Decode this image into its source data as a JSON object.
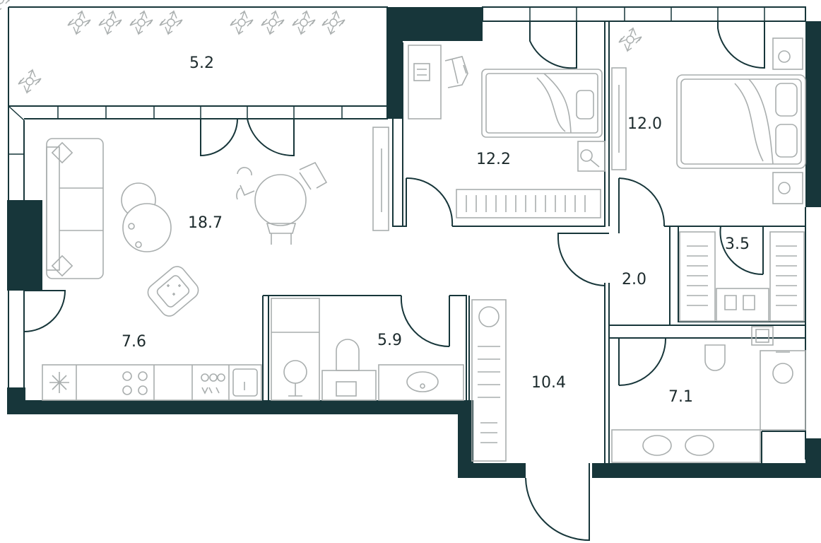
{
  "floorplan": {
    "colors": {
      "wall": "#17363a",
      "furniture": "#a9aeae",
      "text": "#1d2b2d",
      "background": "#ffffff"
    },
    "rooms": [
      {
        "id": "balcony",
        "area": "5.2"
      },
      {
        "id": "living",
        "area": "18.7"
      },
      {
        "id": "kitchen",
        "area": "7.6"
      },
      {
        "id": "bedroom-1",
        "area": "12.2"
      },
      {
        "id": "bedroom-2",
        "area": "12.0"
      },
      {
        "id": "wardrobe",
        "area": "3.5"
      },
      {
        "id": "corridor",
        "area": "2.0"
      },
      {
        "id": "bathroom-1",
        "area": "5.9"
      },
      {
        "id": "hall",
        "area": "10.4"
      },
      {
        "id": "bathroom-2",
        "area": "7.1"
      }
    ],
    "icons": [
      "plant-icon",
      "sofa-icon",
      "dining-table-icon",
      "armchair-icon",
      "bed-icon",
      "desk-icon",
      "radiator-icon",
      "stove-icon",
      "sink-icon",
      "toilet-icon",
      "shower-icon",
      "washing-machine-icon",
      "wardrobe-icon",
      "door-icon",
      "fridge-icon"
    ]
  }
}
